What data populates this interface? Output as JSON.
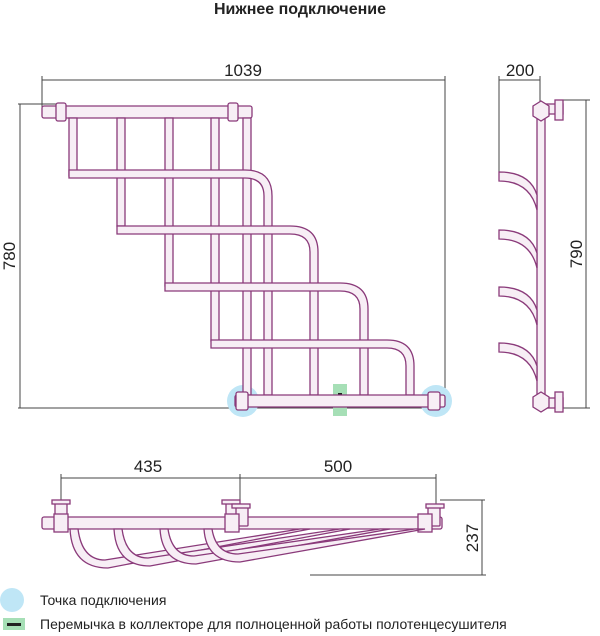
{
  "title": "Нижнее подключение",
  "dimensions": {
    "front_width": "1039",
    "front_height": "780",
    "side_depth": "200",
    "side_height": "790",
    "bottom_left": "435",
    "bottom_right": "500",
    "bottom_depth": "237"
  },
  "legend": [
    {
      "label": "Точка подключения",
      "color": "#bfe6f6"
    },
    {
      "label": "Перемычка в коллекторе для полноценной работы полотенцесушителя",
      "color": "#a6dfb6"
    }
  ],
  "colors": {
    "pipe_outline": "#8a3a7a",
    "pipe_fill": "#f7eef5",
    "dimension_line": "#444444",
    "connection_point": "#bfe6f6",
    "jumper": "#a6dfb6"
  }
}
